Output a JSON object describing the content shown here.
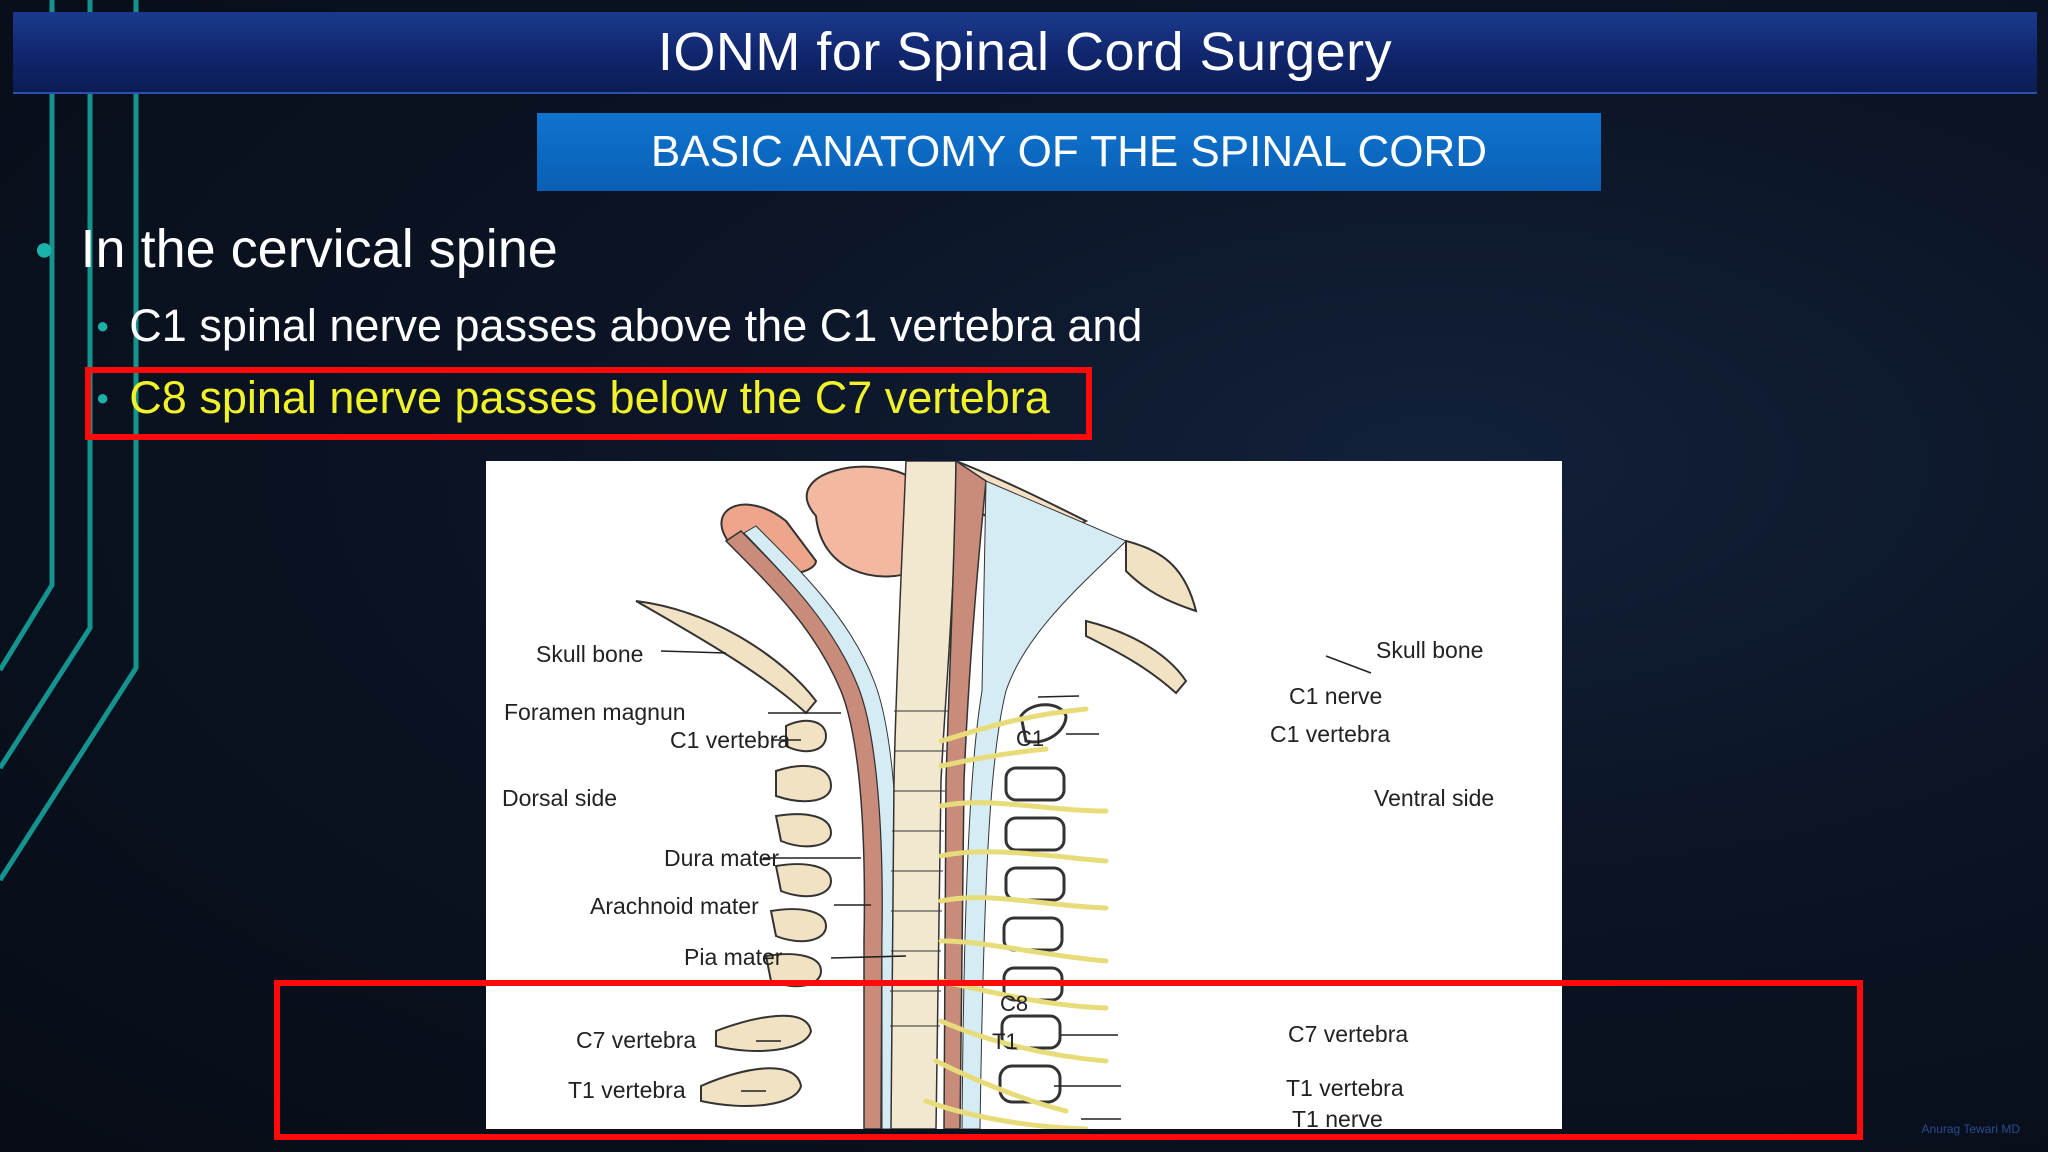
{
  "slide": {
    "title": "IONM for Spinal Cord Surgery",
    "subtitle": "BASIC ANATOMY OF THE SPINAL CORD",
    "watermark": "Anurag Tewari MD"
  },
  "bullets": {
    "level1": "In the cervical spine",
    "level2_a": "C1 spinal nerve passes above the C1 vertebra and",
    "level2_b": "C8 spinal nerve passes below the C7 vertebra"
  },
  "figure": {
    "labels": {
      "skull_bone_left": "Skull bone",
      "foramen_magnun": "Foramen magnun",
      "c1_vertebra_left": "C1 vertebra",
      "dorsal_side": "Dorsal side",
      "dura_mater": "Dura mater",
      "arachnoid_mater": "Arachnoid mater",
      "pia_mater": "Pia mater",
      "c7_vertebra_left": "C7 vertebra",
      "t1_vertebra_left": "T1 vertebra",
      "skull_bone_right": "Skull bone",
      "c1_nerve": "C1 nerve",
      "c1_vertebra_right": "C1 vertebra",
      "ventral_side": "Ventral side",
      "c7_vertebra_right": "C7 vertebra",
      "t1_vertebra_right": "T1 vertebra",
      "t1_nerve": "T1 nerve"
    },
    "segments": {
      "c1": "C1",
      "c8": "C8",
      "t1": "T1"
    }
  },
  "colors": {
    "title_bar": "#10266c",
    "subtitle_bar": "#0a5fb4",
    "highlight_box": "#ff0a0a",
    "highlight_text": "#f2f22a",
    "bullet_dot": "#1bb3a8"
  }
}
